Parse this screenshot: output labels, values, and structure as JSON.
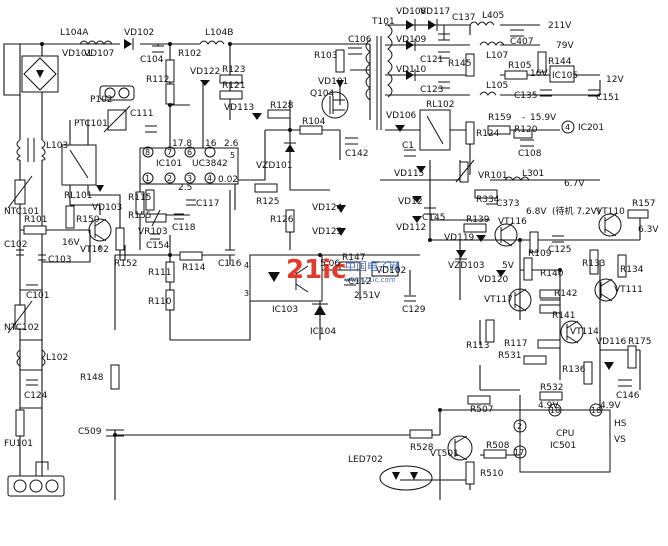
{
  "logo": {
    "main": "21ic",
    "sub": "中国电子网",
    "site": "www.21ic.com"
  },
  "colors": {
    "ink": "#111111",
    "logo_red": "#e33a2c",
    "logo_blue": "#4a70b8"
  },
  "ic": {
    "ic101_name": "IC101",
    "ic101_part": "UC3842",
    "ic103": "IC103",
    "ic104": "IC104",
    "ic105": "IC105",
    "ic201": "IC201",
    "cpu": "CPU",
    "ic501": "IC501",
    "hs": "HS",
    "vs": "VS"
  },
  "pins": {
    "p8": "8",
    "p7": "7",
    "p6": "6",
    "p5": "5",
    "p1": "1",
    "p2": "2",
    "p3": "3",
    "p4": "4",
    "opto4": "4",
    "opto3": "3",
    "cpu18": "18",
    "cpu16": "16",
    "cpu2": "2",
    "cpu17": "17",
    "ic201": "4"
  },
  "voltages": {
    "v178": "17.8",
    "v16": "16",
    "v26": "2.6",
    "v25": "2.5",
    "v002": "0.02",
    "v506": "5.06",
    "v251": "2.51V",
    "v211": "211V",
    "v79": "79V",
    "v16v": "16V",
    "v12": "12V",
    "v159": "15.9V",
    "v67": "6.7V",
    "v68": "6.8V",
    "standby": "(待机 7.2V)",
    "v63": "6.3V",
    "v5": "5V",
    "v49a": "4.9V",
    "v49b": "4.9V",
    "v16in": "16V"
  },
  "labels": {
    "l104a": "L104A",
    "l104b": "L104B",
    "vd101": "VD101",
    "vd102": "VD102",
    "vd107": "VD107",
    "c104": "C104",
    "r102": "R102",
    "vd122": "VD122",
    "r123": "R123",
    "r121": "R121",
    "vd113": "VD113",
    "r128": "R128",
    "r112": "R112",
    "p102": "P102",
    "ptc101": "PTC101",
    "c111": "C111",
    "l103": "L103",
    "rl101": "RL101",
    "vd103": "VD103",
    "ntc101": "NTC101",
    "r101": "R101",
    "r150": "R150",
    "vt102": "VT102",
    "r152": "R152",
    "c102": "C102",
    "c103": "C103",
    "c101": "C101",
    "ntc102": "NTC102",
    "l102": "L102",
    "c124": "C124",
    "fu101": "FU101",
    "r115": "R115",
    "r155": "R155",
    "vr103": "VR103",
    "c154": "C154",
    "c117": "C117",
    "c118": "C118",
    "r125": "R125",
    "r114": "R114",
    "c116": "C116",
    "r111": "R111",
    "r110": "R110",
    "r148": "R148",
    "c509": "C509",
    "r103": "R103",
    "c106": "C106",
    "vd101b": "VD101",
    "q104": "Q104",
    "r104": "R104",
    "vzd101": "VZD101",
    "c142": "C142",
    "t101": "T101",
    "r126": "R126",
    "vd124": "VD124",
    "vd125": "VD125",
    "r147": "R147",
    "vd102b": "VD102",
    "c112": "C112",
    "c129": "C129",
    "vd108": "VD108",
    "vd117": "VD117",
    "c137": "C137",
    "l405": "L405",
    "c407": "C407",
    "vd109": "VD109",
    "c121": "C121",
    "r145": "R145",
    "l107": "L107",
    "r144": "R144",
    "vd110": "VD110",
    "c123": "C123",
    "r105": "R105",
    "l105": "L105",
    "c135": "C135",
    "c151": "C151",
    "rl102": "RL102",
    "vd106": "VD106",
    "c1": "C1",
    "r124": "R124",
    "r159": "R159",
    "r120": "R120",
    "c108": "C108",
    "vd115": "VD115",
    "vr101": "VR101",
    "r334": "R334",
    "l301": "L301",
    "c373": "C373",
    "vd112b": "VD12",
    "vd112": "VD112",
    "c145": "C145",
    "r139": "R139",
    "vt116": "VT116",
    "r109": "R109",
    "c125": "C125",
    "vt110": "VT110",
    "r157": "R157",
    "vd119": "VD119",
    "vzd103": "VZD103",
    "r133": "R133",
    "r134": "R134",
    "vd120": "VD120",
    "r140": "R140",
    "vt117": "VT117",
    "r142": "R142",
    "vt111": "VT111",
    "r141": "R141",
    "vt114": "VT114",
    "r113": "R113",
    "r117": "R117",
    "r531": "R531",
    "vd116": "VD116",
    "r175": "R175",
    "r136": "R136",
    "c146": "C146",
    "r532": "R532",
    "r507": "R507",
    "r528": "R528",
    "r508": "R508",
    "vt501": "VT501",
    "r510": "R510",
    "led702": "LED702",
    "minus": "-"
  }
}
